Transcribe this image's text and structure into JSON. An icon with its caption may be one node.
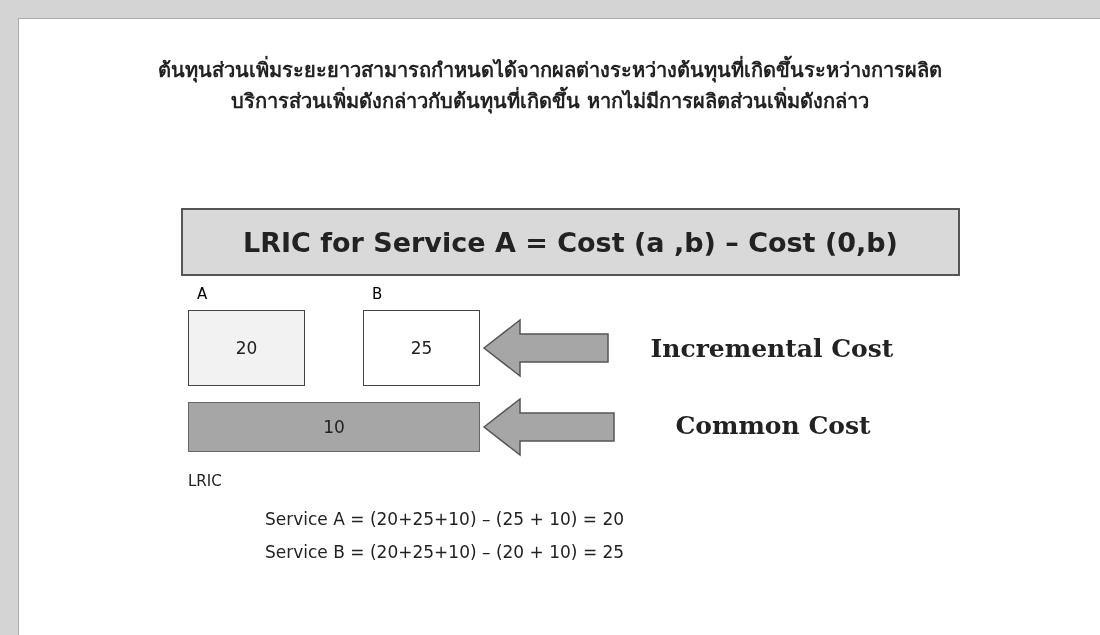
{
  "diagram": {
    "title": "ต้นทุนส่วนเพิ่มระยะยาวสามารถกำหนดได้จากผลต่างระหว่างต้นทุนที่เกิดขึ้นระหว่างการผลิตบริการส่วนเพิ่มดังกล่าวกับต้นทุนที่เกิดขึ้น หากไม่มีการผลิตส่วนเพิ่มดังกล่าว",
    "nodes": [
      {
        "text": [
          "LRIC for Service A = Cost (a ,b) – Cost (0,b)"
        ]
      },
      {
        "text": [
          "A",
          "20"
        ]
      },
      {
        "text": [
          "B",
          "25"
        ]
      },
      {
        "text": [
          "10"
        ]
      },
      {
        "text": [
          "Incremental Cost"
        ]
      },
      {
        "text": [
          "Common Cost"
        ]
      }
    ],
    "edges": [
      {
        "from": 4,
        "to": 2,
        "arrow": "to"
      },
      {
        "from": 5,
        "to": 3,
        "arrow": "to"
      }
    ],
    "labels": [
      "LRIC",
      "Service A = (20+25+10) – (25 + 10) = 20",
      "Service B = (20+25+10) – (20 + 10) = 25"
    ]
  }
}
